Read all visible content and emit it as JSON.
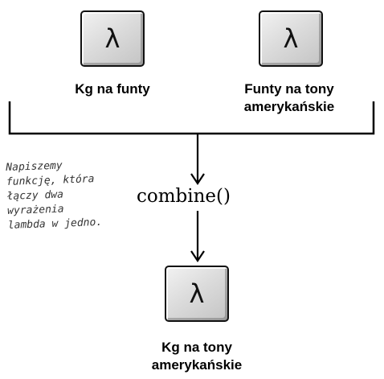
{
  "lambdas": [
    {
      "symbol": "λ",
      "label": [
        "Kg na funty"
      ]
    },
    {
      "symbol": "λ",
      "label": [
        "Funty na tony",
        "amerykańskie"
      ]
    }
  ],
  "function_name": "combine()",
  "result": {
    "symbol": "λ",
    "label": [
      "Kg na tony",
      "amerykańskie"
    ]
  },
  "annotation": [
    "Napiszemy",
    "funkcję, która",
    "łączy dwa",
    "wyrażenia",
    "lambda w jedno."
  ],
  "colors": {
    "line": "#000000",
    "box_fill": "#dcdcdc",
    "note": "#333333"
  }
}
